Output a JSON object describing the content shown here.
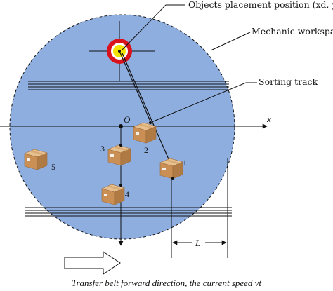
{
  "labels": {
    "target": "Objects placement position (xd, yd)",
    "workspace": "Mechanic workspace",
    "track": "Sorting track",
    "x_axis": "x",
    "origin": "O",
    "distance": "L",
    "caption": "Transfer belt  forward direction, the current speed vt"
  },
  "boxes": [
    {
      "number": "1"
    },
    {
      "number": "2"
    },
    {
      "number": "3"
    },
    {
      "number": "4"
    },
    {
      "number": "5"
    }
  ],
  "colors": {
    "workspace_fill": "#8eaee0",
    "target_outer": "#d9121b",
    "target_inner": "#f4e200",
    "box_top": "#e7c08f",
    "box_front": "#c98f55",
    "box_side": "#b07a45"
  }
}
